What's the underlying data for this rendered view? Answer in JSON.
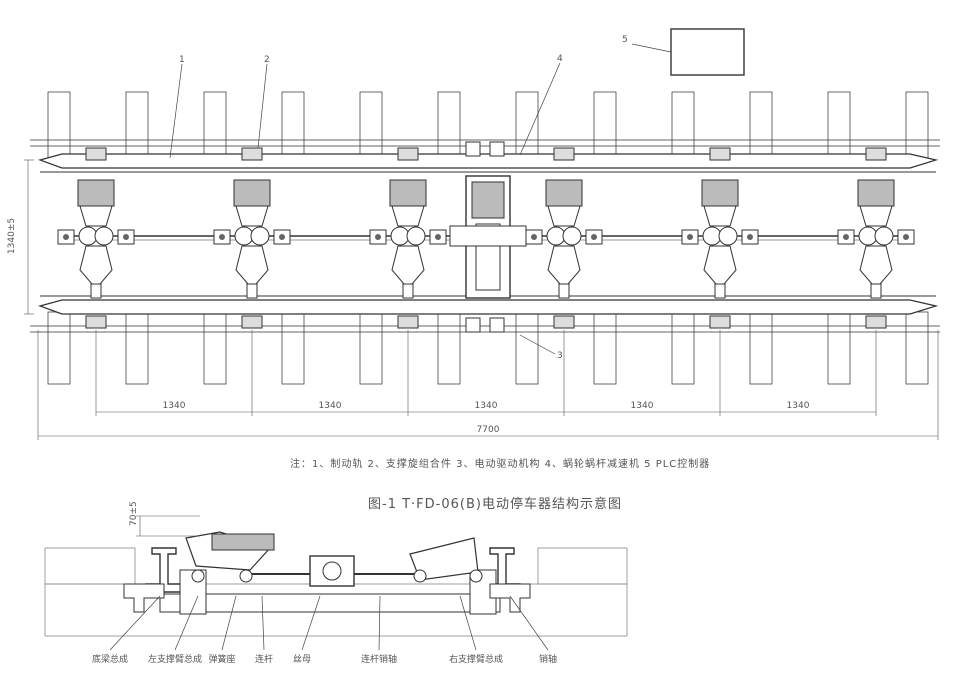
{
  "callouts": [
    "1",
    "2",
    "3",
    "4",
    "5"
  ],
  "plan": {
    "spacing_label": "1340",
    "spacing_count": 5,
    "total_label": "7700",
    "gauge_label": "1340±5",
    "unit_count": 6
  },
  "note": "注：1、制动轨   2、支撑旋组合件   3、电动驱动机构   4、蜗轮蜗杆减速机   5  PLC控制器",
  "figure_title": "图-1 T·FD-06(B)电动停车器结构示意图",
  "section": {
    "height_label": "70±5",
    "labels": [
      "底梁总成",
      "左支撑臂总成",
      "弹簧座",
      "连杆",
      "丝母",
      "连杆销轴",
      "右支撑臂总成",
      "销轴"
    ]
  }
}
